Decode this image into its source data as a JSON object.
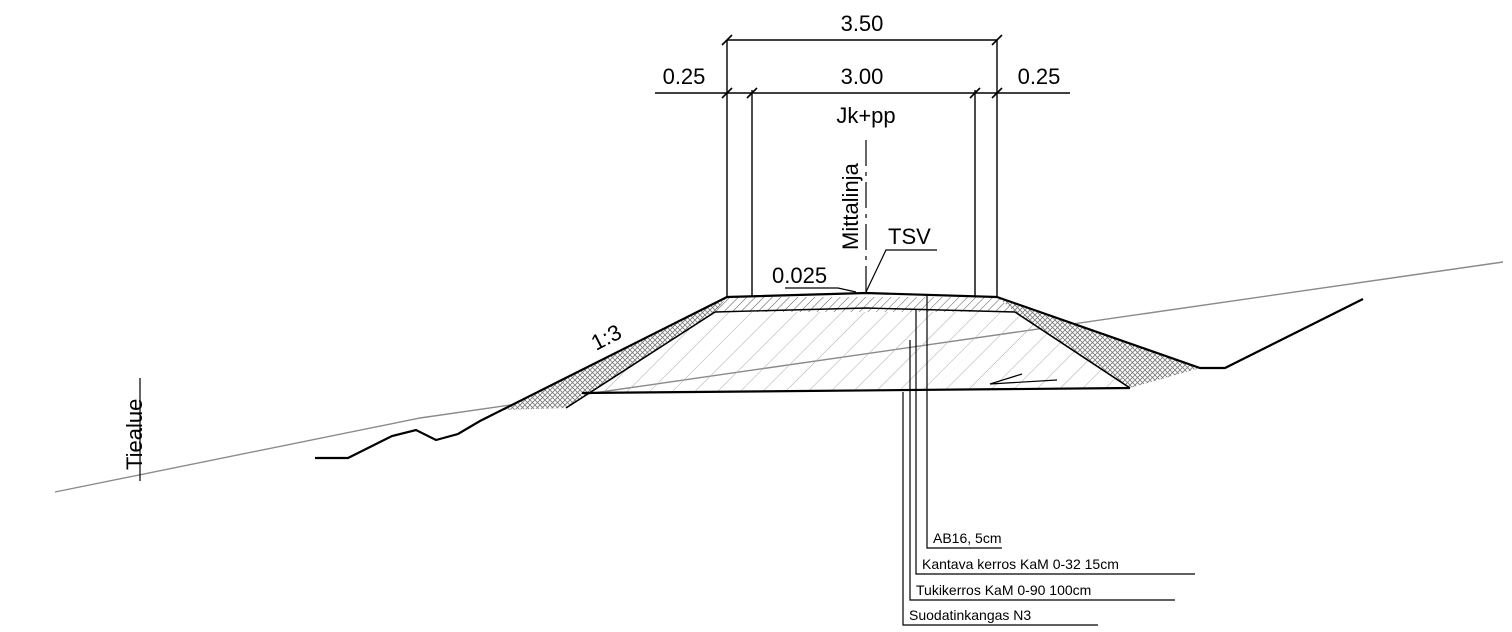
{
  "dimensions": {
    "total_width": "3.50",
    "lane_width": "3.00",
    "left_edge": "0.25",
    "right_edge": "0.25"
  },
  "labels": {
    "lane_type": "Jk+pp",
    "measure_line": "Mittalinja",
    "tsv": "TSV",
    "crossfall": "0.025",
    "slope": "1:3",
    "road_area": "Tiealue"
  },
  "layers": [
    "AB16,  5cm",
    "Kantava kerros KaM 0-32 15cm",
    "Tukikerros KaM 0-90 100cm",
    "Suodatinkangas N3"
  ]
}
